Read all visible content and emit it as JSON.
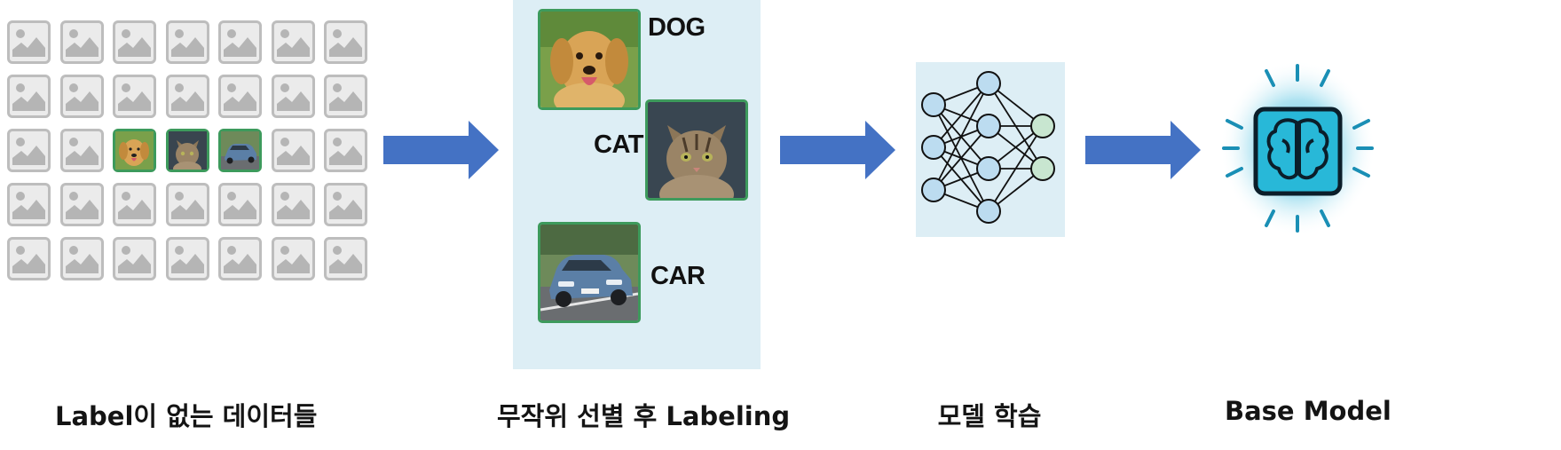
{
  "grid": {
    "rows": 5,
    "cols": 7,
    "selected": [
      [
        2,
        2,
        "dog"
      ],
      [
        2,
        3,
        "cat"
      ],
      [
        2,
        4,
        "car"
      ]
    ]
  },
  "labels": {
    "dog": "DOG",
    "cat": "CAT",
    "car": "CAR"
  },
  "captions": {
    "unlabeled": "Label이 없는 데이터들",
    "labeling": "무작위 선별 후 Labeling",
    "training": "모델 학습",
    "base_model": "Base Model"
  },
  "icons": [
    "image-placeholder-icon",
    "dog-photo",
    "cat-photo",
    "car-photo",
    "neural-network-icon",
    "brain-chip-icon",
    "arrow-right-icon"
  ],
  "colors": {
    "arrow": "#4472c4",
    "selection_border": "#3d9a5c",
    "panel_bg": "#ddeef5",
    "neuron_fill": "#bcdcf0",
    "output_neuron_fill": "#c8e6d0",
    "glow": "#21a6cf"
  }
}
